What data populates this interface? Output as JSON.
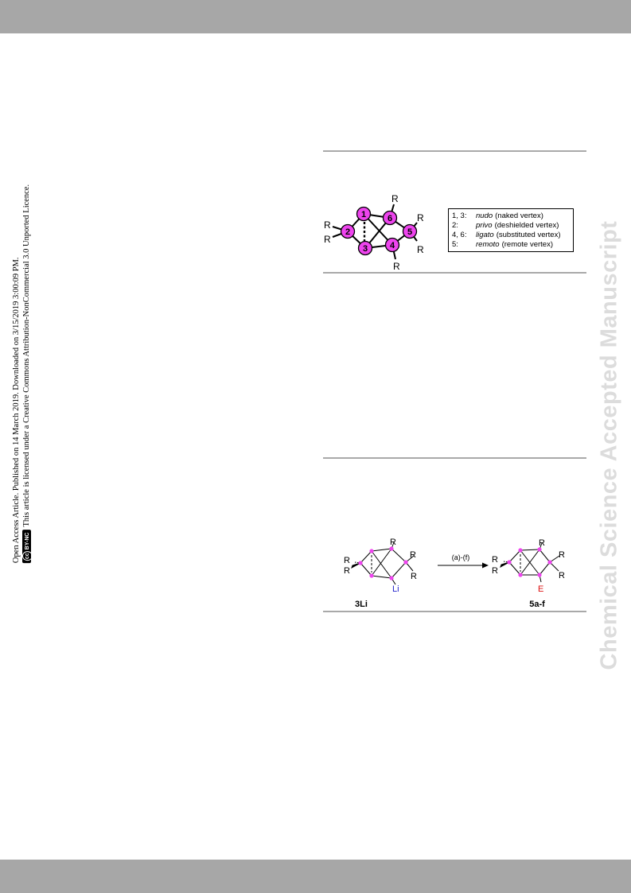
{
  "watermark": "Chemical Science Accepted Manuscript",
  "sidenote": {
    "line1": "Open Access Article. Published on 14 March 2019. Downloaded on 3/15/2019 3:00:09 PM.",
    "badge_cc": "cc",
    "badge_text": "BY-NC",
    "line2": "This article is licensed under a Creative Commons Attribution-NonCommercial 3.0 Unported Licence."
  },
  "scheme1": {
    "vertex_labels": [
      "1",
      "2",
      "3",
      "4",
      "5",
      "6"
    ],
    "substituent": "R",
    "legend": [
      {
        "key": "1, 3:",
        "term": "nudo",
        "desc": "(naked vertex)"
      },
      {
        "key": "2:",
        "term": "privo",
        "desc": "(deshielded vertex)"
      },
      {
        "key": "4, 6:",
        "term": "ligato",
        "desc": "(substituted vertex)"
      },
      {
        "key": "5:",
        "term": "remoto",
        "desc": "(remote vertex)"
      }
    ]
  },
  "scheme2": {
    "substituent": "R",
    "reagent_label": "(a)-(f)",
    "start_group": "Li",
    "product_group": "E",
    "start_compound": "3Li",
    "product_compound": "5a-f"
  },
  "colors": {
    "bars": "#a7a7a7",
    "rule": "#a9a9a9",
    "vertex": "#ee44ee",
    "lithium": "#2222cc",
    "electrophile": "#dd1111",
    "watermark": "#dcdcdc"
  }
}
